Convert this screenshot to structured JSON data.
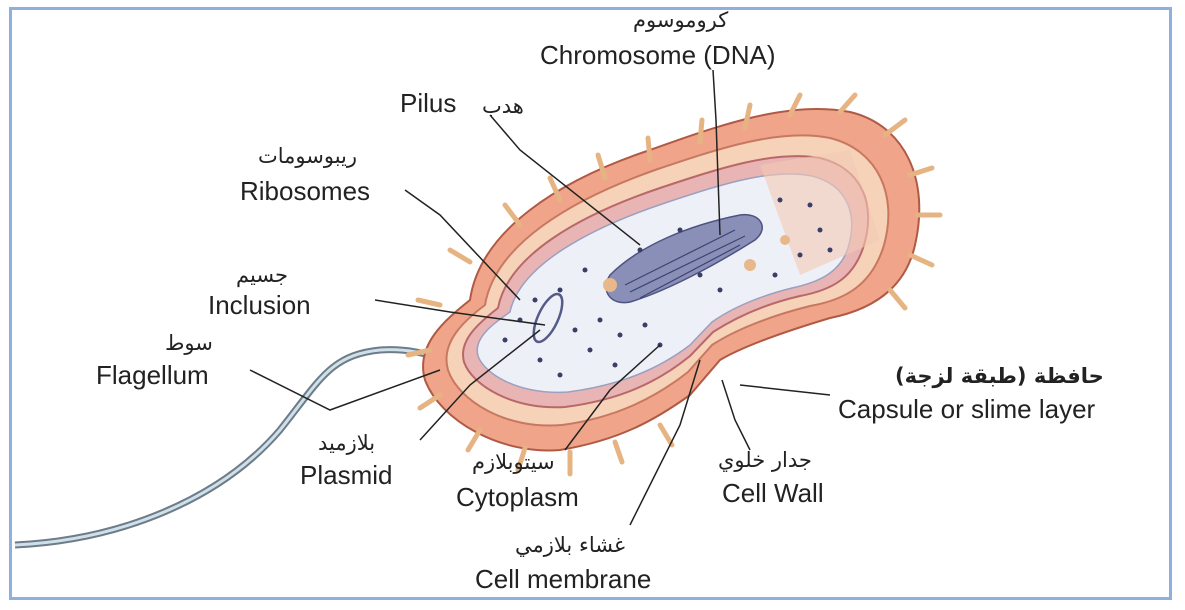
{
  "labels": {
    "chromosome": {
      "ar": "كروموسوم",
      "en": "Chromosome (DNA)"
    },
    "pilus": {
      "en": "Pilus",
      "ar": "هدب"
    },
    "ribosomes": {
      "ar": "ريبوسومات",
      "en": "Ribosomes"
    },
    "inclusion": {
      "ar": "جسيم",
      "en": "Inclusion"
    },
    "flagellum": {
      "ar": "سوط",
      "en": "Flagellum"
    },
    "capsule": {
      "ar": "حافظة (طبقة لزجة)",
      "en": "Capsule or slime layer"
    },
    "plasmid": {
      "ar": "بلازميد",
      "en": "Plasmid"
    },
    "cytoplasm": {
      "ar": "سيتوبلازم",
      "en": "Cytoplasm"
    },
    "cell_wall": {
      "ar": "جدار خلوي",
      "en": "Cell Wall"
    },
    "cell_membrane": {
      "ar": "غشاء بلازمي",
      "en": "Cell membrane"
    }
  },
  "colors": {
    "capsule": "#f0a58a",
    "capsule_dark": "#d97a5e",
    "wall": "#f6d2b8",
    "membrane": "#e9b4b4",
    "cytoplasm": "#eef0f8",
    "dna": "#8a8fb8",
    "pili": "#e6b482",
    "frame": "#8fb0de"
  }
}
